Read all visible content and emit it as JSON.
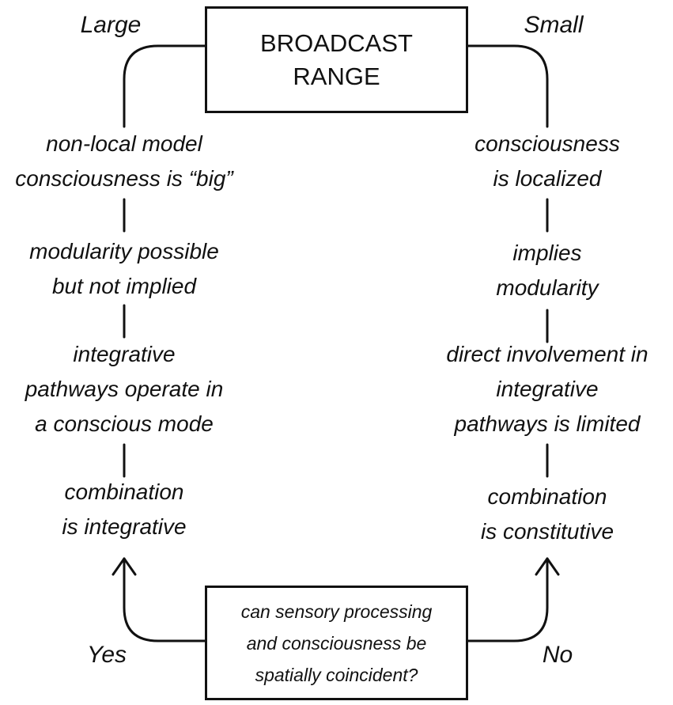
{
  "title": {
    "line1": "BROADCAST",
    "line2": "RANGE"
  },
  "left": {
    "header": "Large",
    "items": [
      {
        "lines": [
          "non-local model",
          "consciousness is “big”"
        ]
      },
      {
        "lines": [
          "modularity possible",
          "but not implied"
        ]
      },
      {
        "lines": [
          "integrative",
          "pathways operate in",
          "a conscious mode"
        ]
      },
      {
        "lines": [
          "combination",
          "is integrative"
        ]
      }
    ],
    "answer": "Yes"
  },
  "right": {
    "header": "Small",
    "items": [
      {
        "lines": [
          "consciousness",
          "is localized"
        ]
      },
      {
        "lines": [
          "implies",
          "modularity"
        ]
      },
      {
        "lines": [
          "direct involvement in",
          "integrative",
          "pathways is limited"
        ]
      },
      {
        "lines": [
          "combination",
          "is constitutive"
        ]
      }
    ],
    "answer": "No"
  },
  "question": {
    "lines": [
      "can sensory processing",
      "and consciousness be",
      "spatially coincident?"
    ]
  }
}
